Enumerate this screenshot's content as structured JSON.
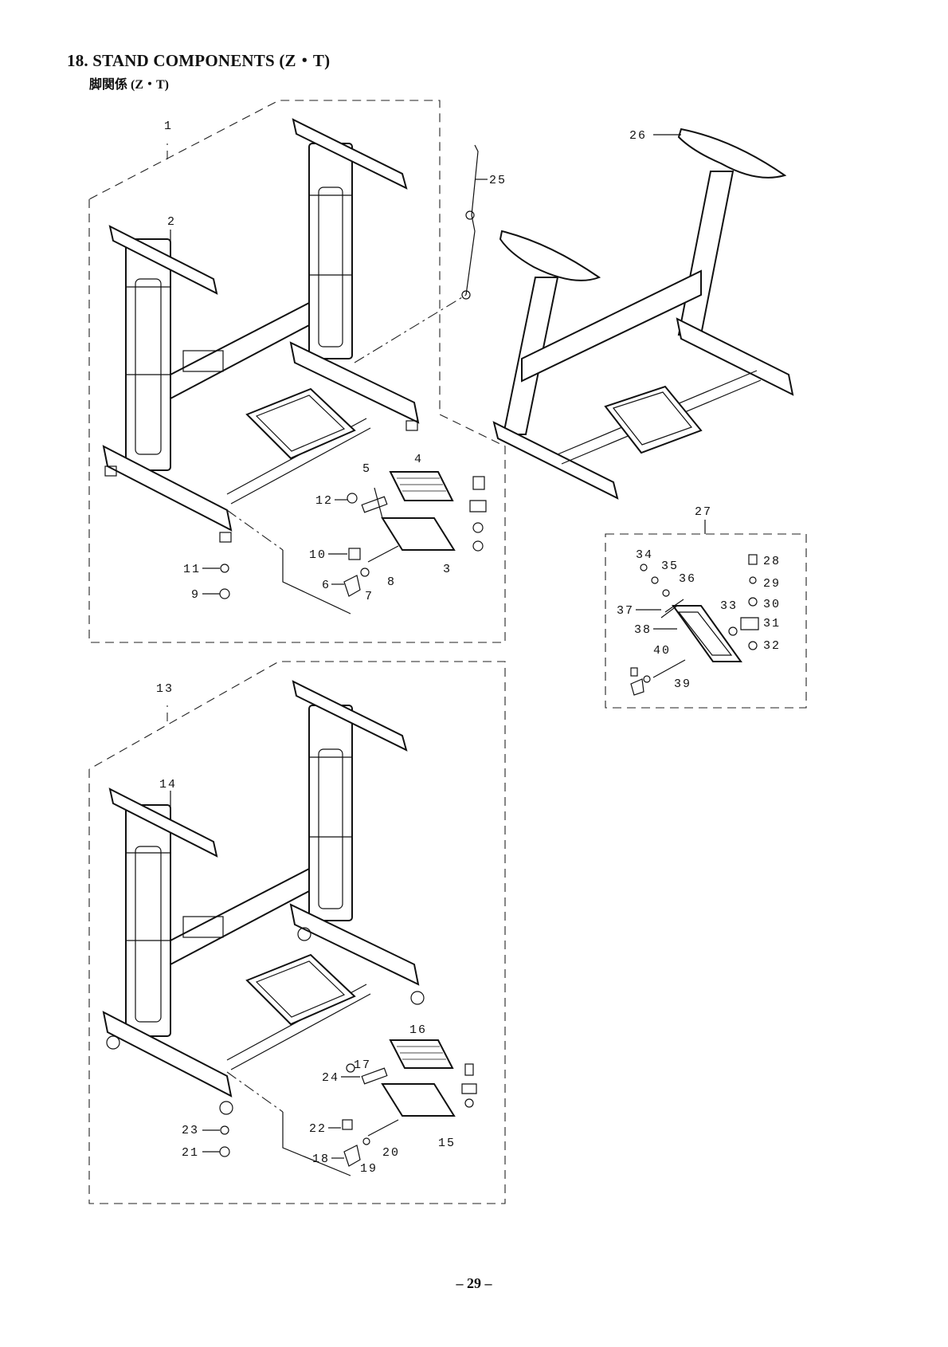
{
  "header": {
    "title": "18. STAND COMPONENTS (Z・T)",
    "subtitle": "脚関係 (Z・T)"
  },
  "footer": {
    "page_number": "– 29 –"
  },
  "labels": {
    "l1": "1",
    "l2": "2",
    "l3": "3",
    "l4": "4",
    "l5": "5",
    "l6": "6",
    "l7": "7",
    "l8": "8",
    "l9": "9",
    "l10": "10",
    "l11": "11",
    "l12": "12",
    "l13": "13",
    "l14": "14",
    "l15": "15",
    "l16": "16",
    "l17": "17",
    "l18": "18",
    "l19": "19",
    "l20": "20",
    "l21": "21",
    "l22": "22",
    "l23": "23",
    "l24": "24",
    "l25": "25",
    "l26": "26",
    "l27": "27",
    "l28": "28",
    "l29": "29",
    "l30": "30",
    "l31": "31",
    "l32": "32",
    "l33": "33",
    "l34": "34",
    "l35": "35",
    "l36": "36",
    "l37": "37",
    "l38": "38",
    "l39": "39",
    "l40": "40"
  }
}
